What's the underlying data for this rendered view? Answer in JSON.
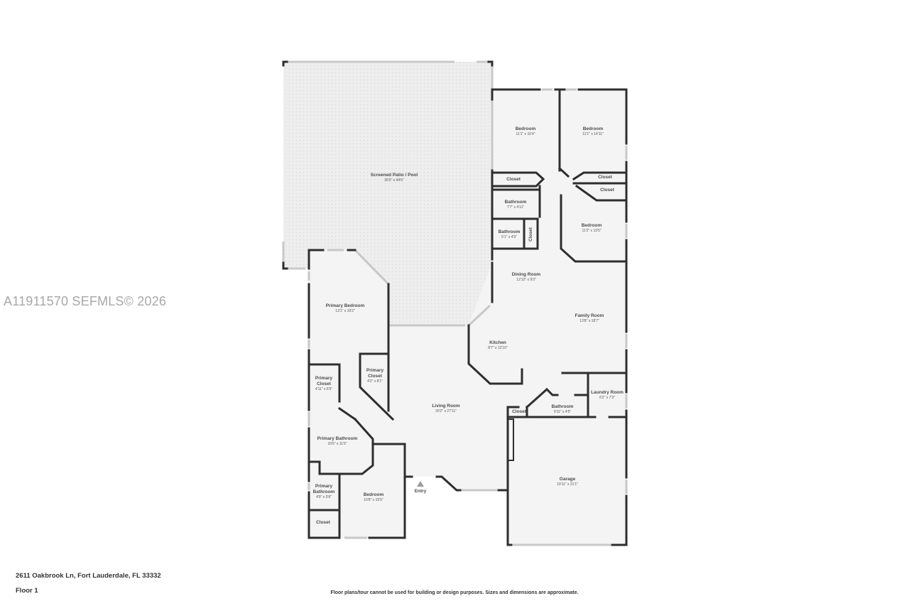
{
  "watermark": "A11911570  SEFMLS© 2026",
  "footer": {
    "address": "2611 Oakbrook Ln, Fort Lauderdale, FL 33332",
    "floor": "Floor 1",
    "disclaimer": "Floor plans/tour cannot be used for building or design purposes. Sizes and dimensions are approximate."
  },
  "colors": {
    "wall": "#2e2e2e",
    "floor_fill": "#f4f4f4",
    "patio_fill": "#ededed",
    "window": "#c8c8c8",
    "text": "#4a4a4a"
  },
  "rooms": [
    {
      "name": "Screened Patio / Pool",
      "dim": "35'5\" x 44'6\""
    },
    {
      "name": "Bedroom",
      "dim": "11'1\" x 15'4\""
    },
    {
      "name": "Bedroom",
      "dim": "11'1\" x 14'11\""
    },
    {
      "name": "Closet",
      "dim": ""
    },
    {
      "name": "Closet",
      "dim": ""
    },
    {
      "name": "Closet",
      "dim": ""
    },
    {
      "name": "Bathroom",
      "dim": "7'7\" x 4'11\""
    },
    {
      "name": "Bathroom",
      "dim": "5'1\" x 4'9\""
    },
    {
      "name": "Closet",
      "dim": ""
    },
    {
      "name": "Bedroom",
      "dim": "11'2\" x 13'5\""
    },
    {
      "name": "Dining Room",
      "dim": "12'10\" x 9'3\""
    },
    {
      "name": "Family Room",
      "dim": "13'8\" x 18'7\""
    },
    {
      "name": "Kitchen",
      "dim": "8'7\" x 12'10\""
    },
    {
      "name": "Primary Bedroom",
      "dim": "13'1\" x 19'2\""
    },
    {
      "name": "Primary Closet",
      "dim": "4'2\" x 8'1\""
    },
    {
      "name": "Primary Closet",
      "dim": "4'11\" x 6'5\""
    },
    {
      "name": "Living Room",
      "dim": "20'2\" x 27'11\""
    },
    {
      "name": "Laundry Room",
      "dim": "6'2\" x 7'3\""
    },
    {
      "name": "Bathroom",
      "dim": "9'11\" x 4'5\""
    },
    {
      "name": "Closet",
      "dim": ""
    },
    {
      "name": "Primary Bathroom",
      "dim": "10'6\" x 11'6\""
    },
    {
      "name": "Primary Bathroom",
      "dim": "4'9\" x 5'8\""
    },
    {
      "name": "Bedroom",
      "dim": "10'8\" x 15'5\""
    },
    {
      "name": "Closet",
      "dim": ""
    },
    {
      "name": "Garage",
      "dim": "19'11\" x 21'1\""
    },
    {
      "name": "Entry",
      "dim": ""
    }
  ]
}
